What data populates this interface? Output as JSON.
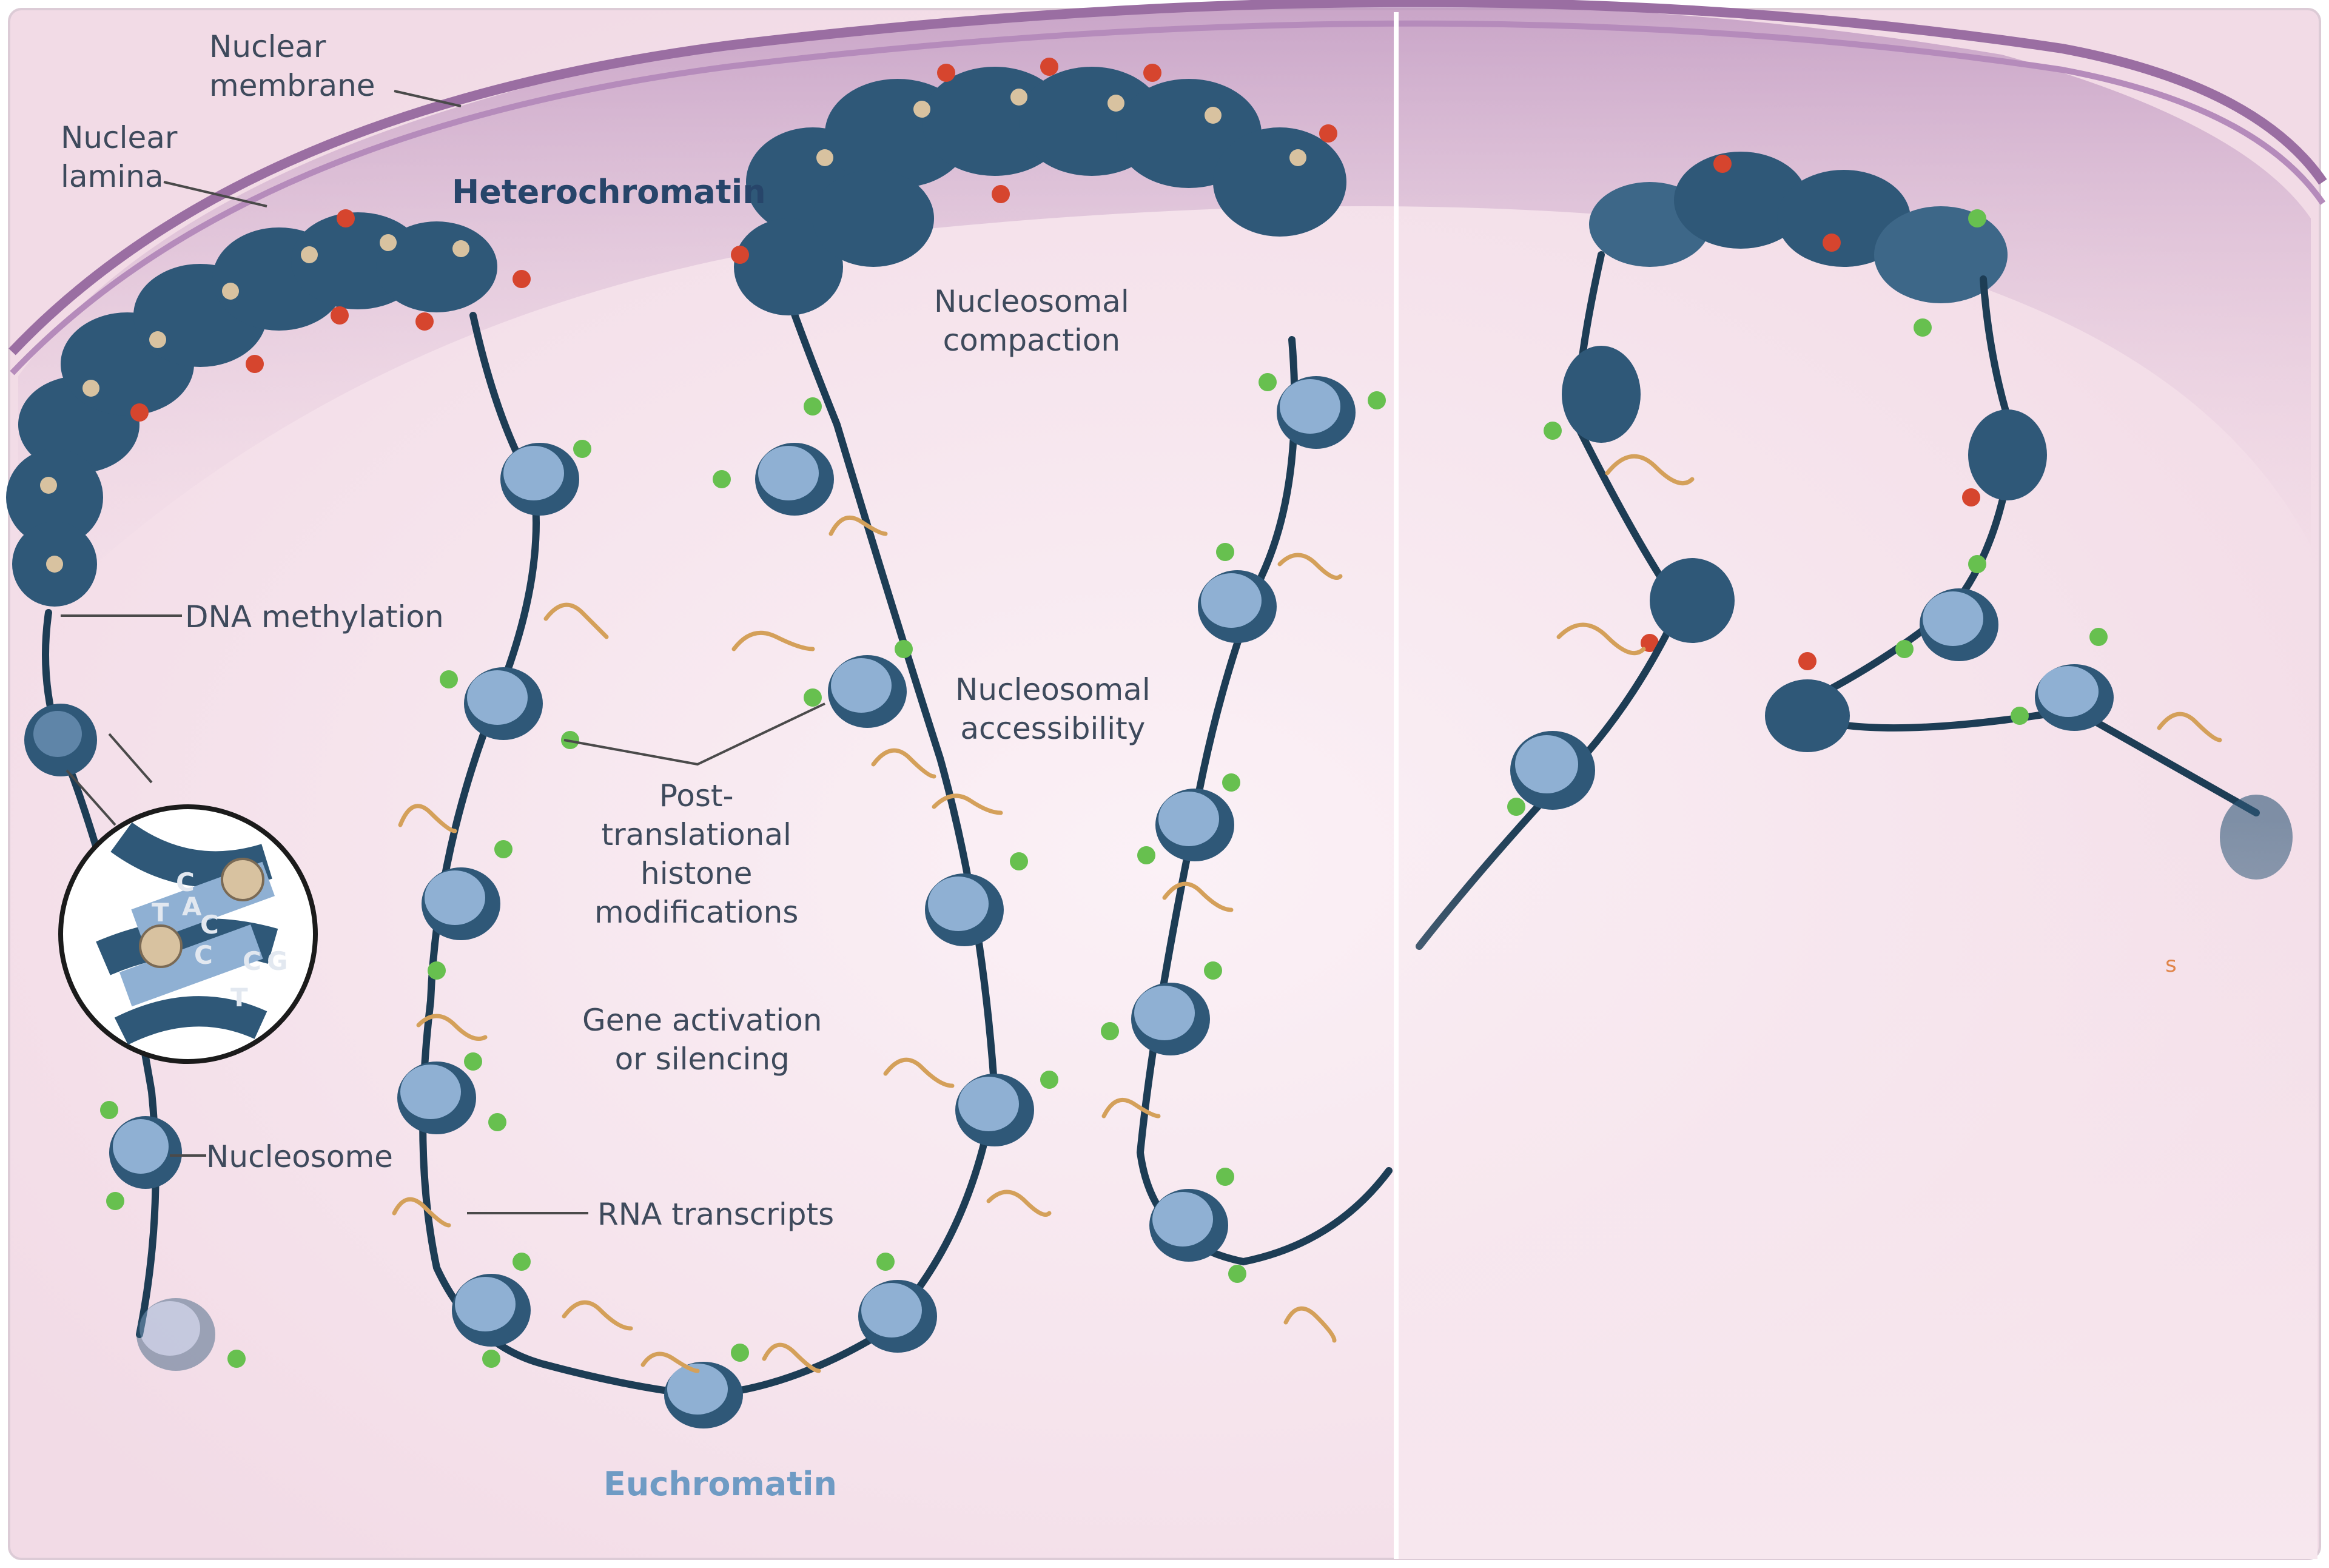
{
  "labels": {
    "nuclear_membrane": [
      "Nuclear",
      "membrane"
    ],
    "nuclear_lamina": [
      "Nuclear",
      "lamina"
    ],
    "heterochromatin": "Heterochromatin",
    "nucleosomal_compaction": [
      "Nucleosomal",
      "compaction"
    ],
    "dna_methylation": "DNA methylation",
    "nucleosomal_accessibility": [
      "Nucleosomal",
      "accessibility"
    ],
    "post_translational": [
      "Post-",
      "translational",
      "histone",
      "modifications"
    ],
    "gene_activation": [
      "Gene activation",
      "or silencing"
    ],
    "nucleosome": "Nucleosome",
    "rna_transcripts": "RNA transcripts",
    "euchromatin": "Euchromatin"
  },
  "inset_bases": [
    "C",
    "T",
    "A",
    "C",
    "C",
    "C",
    "G",
    "T"
  ],
  "faded_mark": "s",
  "colors": {
    "background": "#f7e7ee",
    "lamina": "#a878ad",
    "heterochromatin_shade": "#c9a4c9",
    "nucleosome_dark": "#2f5878",
    "nucleosome_light": "#8fb0d3",
    "dna_strand": "#1d3d55",
    "methyl_mark": "#d8c2a0",
    "red_mark": "#d6452e",
    "green_mark": "#67c04f",
    "rna": "#d4a05a",
    "label_text": "#3e4a5c",
    "heterochromatin_label": "#27456a",
    "euchromatin_label": "#6f9bc4"
  }
}
